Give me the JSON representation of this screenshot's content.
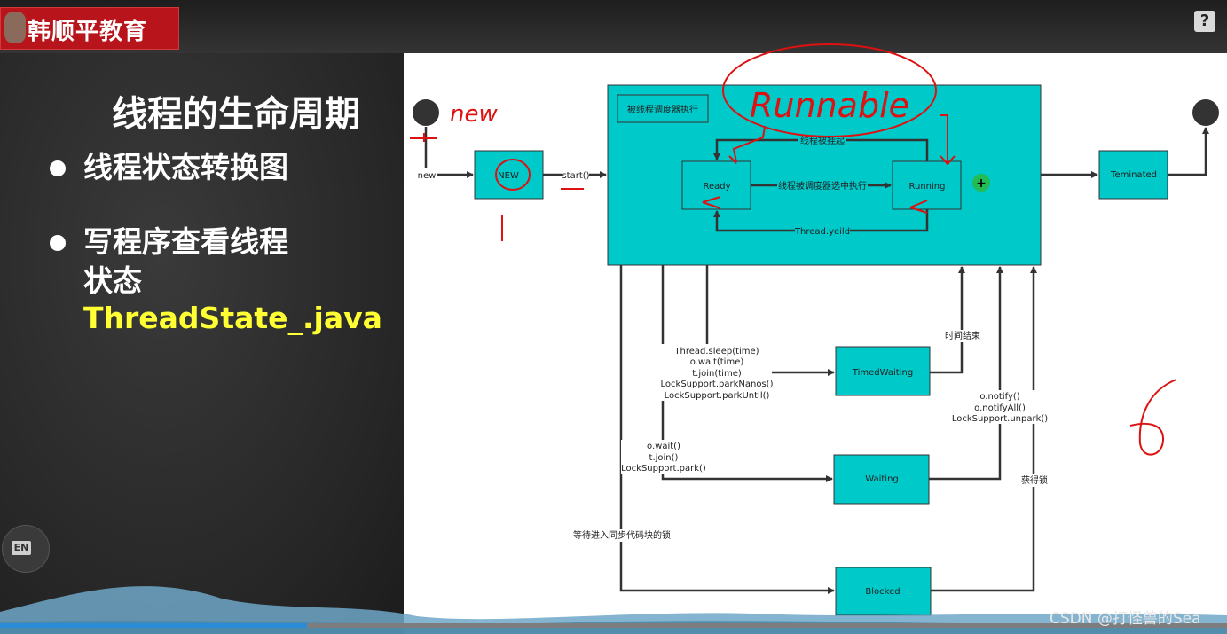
{
  "header": {
    "logo_text": "韩顺平教育",
    "help_label": "?"
  },
  "slide": {
    "title": "线程的生命周期",
    "bullets": [
      {
        "lines": [
          "线程状态转换图"
        ]
      },
      {
        "lines": [
          "写程序查看线程",
          "状态"
        ],
        "highlight": "ThreadState_.java"
      }
    ]
  },
  "lang_button": "EN",
  "diagram": {
    "states": {
      "new": "NEW",
      "outer_label": "被线程调度器执行",
      "ready": "Ready",
      "running": "Running",
      "terminated": "Teminated",
      "timed_waiting": "TimedWaiting",
      "waiting": "Waiting",
      "blocked": "Blocked"
    },
    "edges": {
      "new": "new",
      "start": "start()",
      "suspended": "线程被挂起",
      "selected": "线程被调度器选中执行",
      "yield": "Thread.yeild",
      "time_up": "时间结束",
      "get_lock": "获得锁",
      "wait_sync": "等待进入同步代码块的锁",
      "timed_calls": [
        "Thread.sleep(time)",
        "o.wait(time)",
        "t.join(time)",
        "LockSupport.parkNanos()",
        "LockSupport.parkUntil()"
      ],
      "wait_calls": [
        "o.wait()",
        "t.join()",
        "LockSupport.park()"
      ],
      "notify_calls": [
        "o.notify()",
        "o.notifyAll()",
        "LockSupport.unpark()"
      ]
    },
    "annotations": {
      "new_hw": "new",
      "runnable_hw": "Runnable",
      "num_one": "|",
      "num_six": "6"
    }
  },
  "colors": {
    "state_fill": "#00c9c9",
    "annotation": "#dd1111",
    "progress": "#2a8bd6",
    "logo_bg": "#b8141b"
  },
  "progress": 0.25,
  "watermark": "CSDN @打怪兽的Sea"
}
